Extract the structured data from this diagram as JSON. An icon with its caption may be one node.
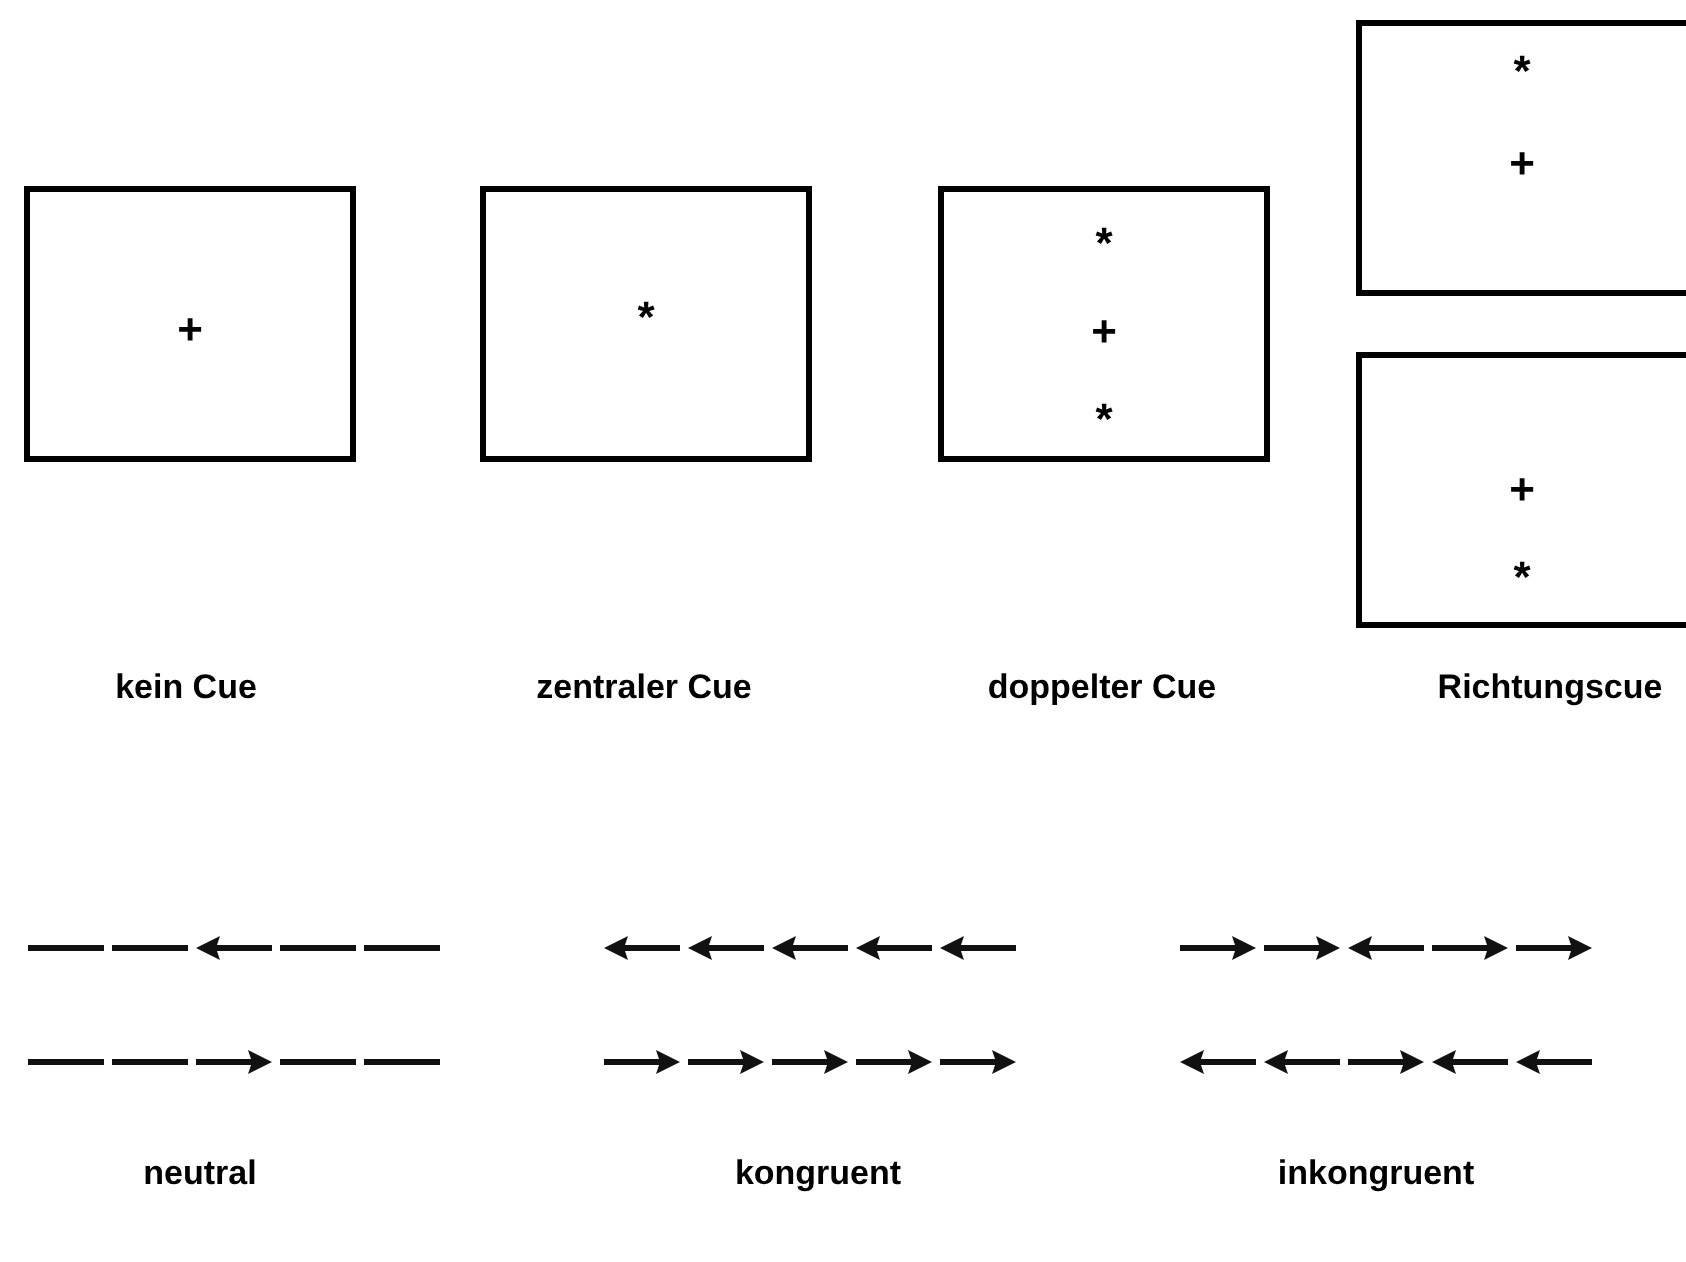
{
  "diagram": {
    "nodes": [
      {
        "text": [
          "+"
        ]
      },
      {
        "text": [
          "*"
        ]
      },
      {
        "text": [
          "*",
          "+",
          "*"
        ]
      },
      {
        "text": [
          "*",
          "+"
        ]
      },
      {
        "text": [
          "+",
          "*"
        ]
      }
    ],
    "labels": [
      "kein Cue",
      "zentraler Cue",
      "doppelter Cue",
      "Richtungscue",
      "neutral",
      "kongruent",
      "inkongruent"
    ]
  }
}
